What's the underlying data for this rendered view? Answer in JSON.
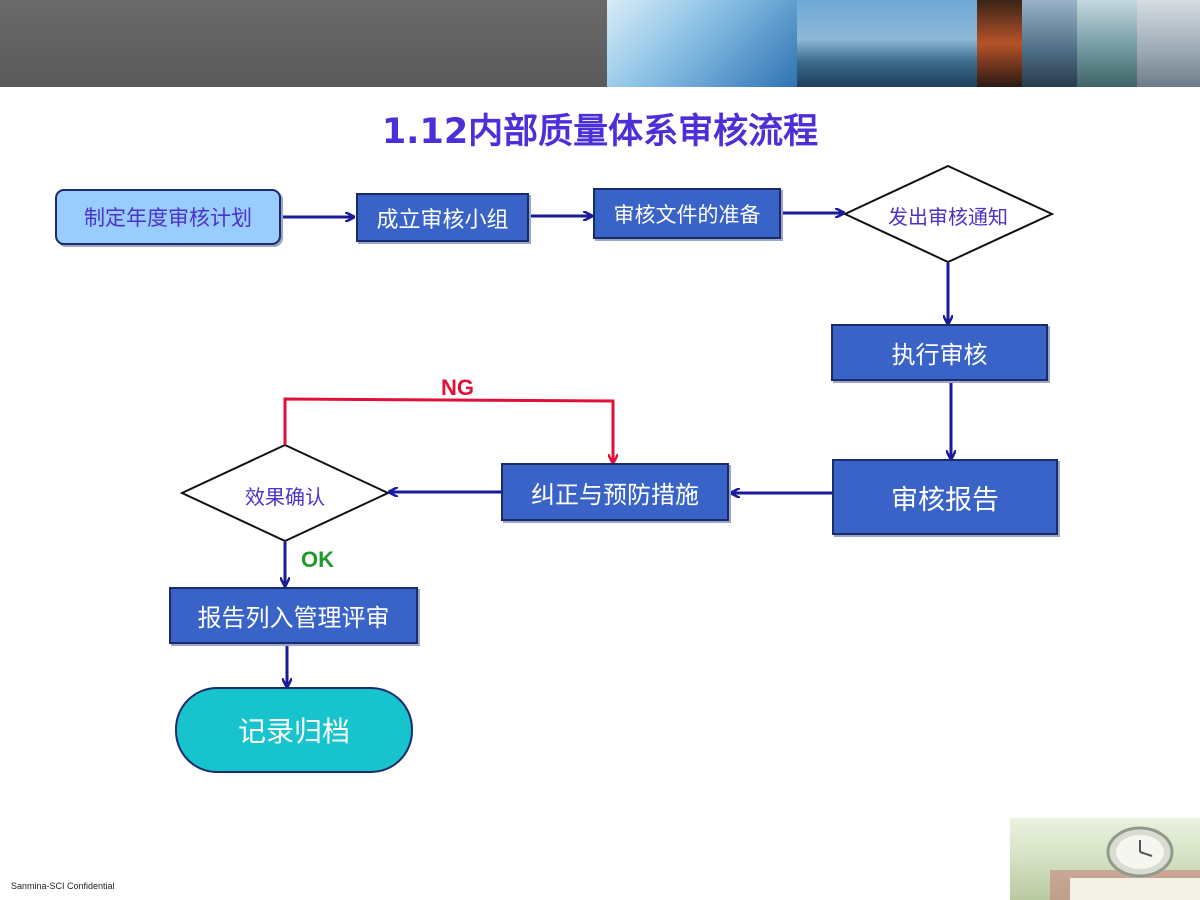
{
  "title": "1.12内部质量体系审核流程",
  "nodes": {
    "plan": "制定年度审核计划",
    "team": "成立审核小组",
    "docs": "审核文件的准备",
    "notice": "发出审核通知",
    "execute": "执行审核",
    "report": "审核报告",
    "corrective": "纠正与预防措施",
    "verify": "效果确认",
    "mgmt_review": "报告列入管理评审",
    "archive": "记录归档"
  },
  "edge_labels": {
    "ng": "NG",
    "ok": "OK"
  },
  "footer": "Sanmina-SCI Confidential",
  "colors": {
    "title": "#4b2fd9",
    "box_fill": "#3a63c8",
    "start_fill": "#99ccff",
    "end_fill": "#17c3cc",
    "arrow": "#1a1a9a",
    "ng": "#e0103a",
    "ok": "#1f9a2a"
  }
}
